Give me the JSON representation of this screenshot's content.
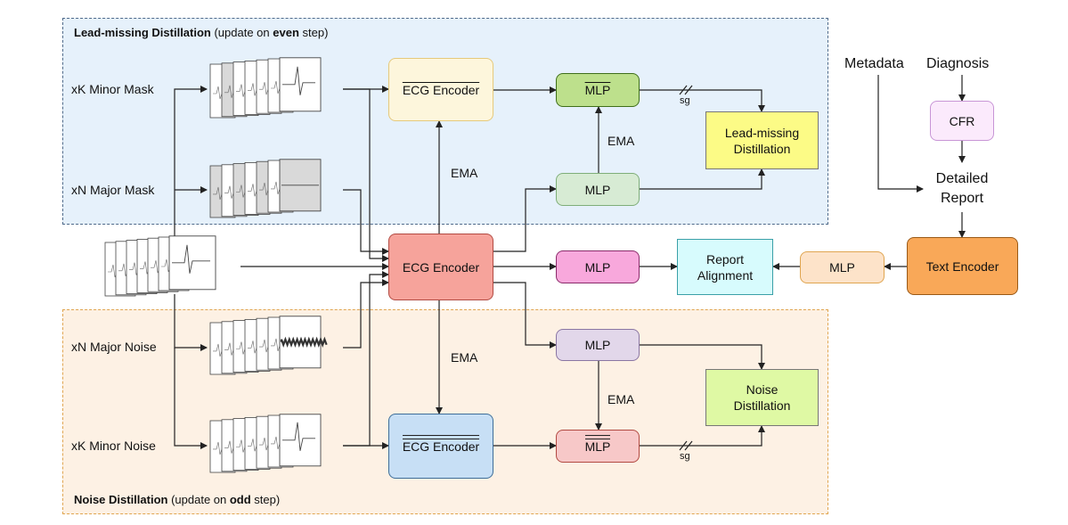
{
  "regions": {
    "top": {
      "title_bold": "Lead-missing Distillation",
      "title_rest1": " (update on ",
      "title_bold2": "even",
      "title_rest2": " step)"
    },
    "bottom": {
      "title_bold": "Noise Distillation",
      "title_rest1": " (update on ",
      "title_bold2": "odd",
      "title_rest2": " step)"
    }
  },
  "inputs": {
    "minor_mask": "xK Minor Mask",
    "major_mask": "xN Major Mask",
    "major_noise": "xN Major Noise",
    "minor_noise": "xK Minor Noise"
  },
  "nodes": {
    "ecg_encoder_top": "ECG Encoder",
    "ecg_encoder_main": "ECG Encoder",
    "ecg_encoder_bottom": "ECG Encoder",
    "mlp_top_ema": "MLP",
    "mlp_top": "MLP",
    "mlp_main": "MLP",
    "mlp_bottom": "MLP",
    "mlp_bottom_ema": "MLP",
    "lead_missing": "Lead-missing Distillation",
    "noise": "Noise Distillation",
    "report_alignment": "Report Alignment",
    "mlp_text": "MLP",
    "text_encoder": "Text Encoder",
    "cfr": "CFR"
  },
  "labels": {
    "ema": "EMA",
    "sg": "sg",
    "metadata": "Metadata",
    "diagnosis": "Diagnosis",
    "detailed_report": "Detailed Report"
  },
  "colors": {
    "enc_top": "#fdf6dc",
    "enc_main": "#f6a39b",
    "enc_bottom": "#c7dff5",
    "mlp_top_ema": "#bde08c",
    "mlp_top": "#d7ebd4",
    "mlp_main": "#f8a8dc",
    "mlp_bottom": "#e2d7ea",
    "mlp_bottom_ema": "#f7c8c8",
    "lead_missing": "#fcfb86",
    "noise": "#dff9a4",
    "report": "#d7fbfd",
    "mlp_text": "#fde3c9",
    "text_encoder": "#f9a858",
    "cfr": "#fbeafc"
  }
}
